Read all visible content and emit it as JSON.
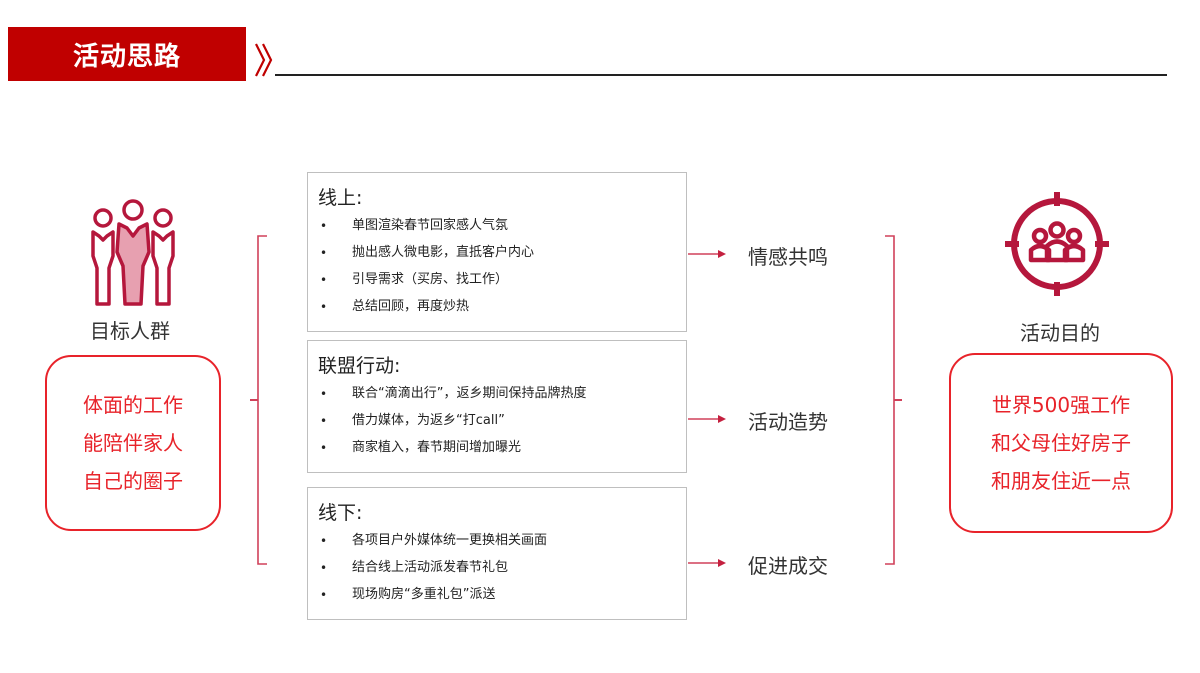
{
  "header": {
    "title": "活动思路",
    "accent_color": "#c00000"
  },
  "target_group": {
    "icon": "people-group-icon",
    "label": "目标人群",
    "needs": [
      "体面的工作",
      "能陪伴家人",
      "自己的圈子"
    ]
  },
  "strategies": [
    {
      "title": "线上:",
      "items": [
        "单图渲染春节回家感人气氛",
        "抛出感人微电影，直抵客户内心",
        "引导需求（买房、找工作）",
        "总结回顾，再度炒热"
      ],
      "outcome": "情感共鸣"
    },
    {
      "title": "联盟行动:",
      "items": [
        "联合“滴滴出行”，返乡期间保持品牌热度",
        "借力媒体，为返乡“打call”",
        "商家植入，春节期间增加曝光"
      ],
      "outcome": "活动造势"
    },
    {
      "title": "线下:",
      "items": [
        "各项目户外媒体统一更换相关画面",
        "结合线上活动派发春节礼包",
        "现场购房“多重礼包”派送"
      ],
      "outcome": "促进成交"
    }
  ],
  "goal": {
    "icon": "target-group-icon",
    "label": "活动目的",
    "items": [
      "世界500强工作",
      "和父母住好房子",
      "和朋友住近一点"
    ]
  },
  "colors": {
    "brand_red": "#c00000",
    "box_red": "#e8232a",
    "icon_crimson": "#b5173c",
    "bracket_red": "#d0415a"
  }
}
